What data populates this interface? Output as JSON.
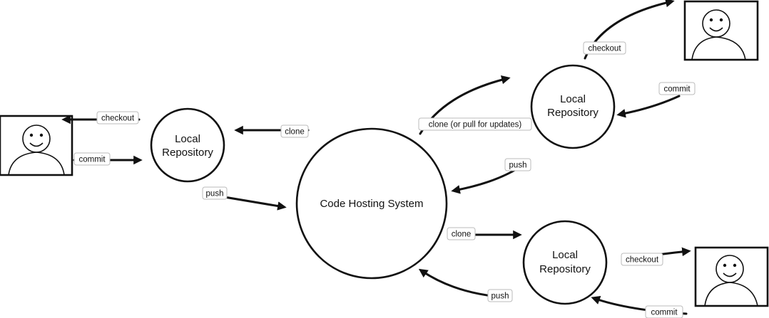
{
  "diagram": {
    "nodes": {
      "hub": "Code Hosting System",
      "local_left": [
        "Local",
        "Repository"
      ],
      "local_top_right": [
        "Local",
        "Repository"
      ],
      "local_bottom_right": [
        "Local",
        "Repository"
      ]
    },
    "edges": {
      "left_checkout": "checkout",
      "left_commit": "commit",
      "left_clone": "clone",
      "left_push": "push",
      "top_clone": "clone (or pull for updates)",
      "top_checkout": "checkout",
      "top_commit": "commit",
      "top_push": "push",
      "bottom_clone": "clone",
      "bottom_push": "push",
      "bottom_checkout": "checkout",
      "bottom_commit": "commit"
    }
  }
}
